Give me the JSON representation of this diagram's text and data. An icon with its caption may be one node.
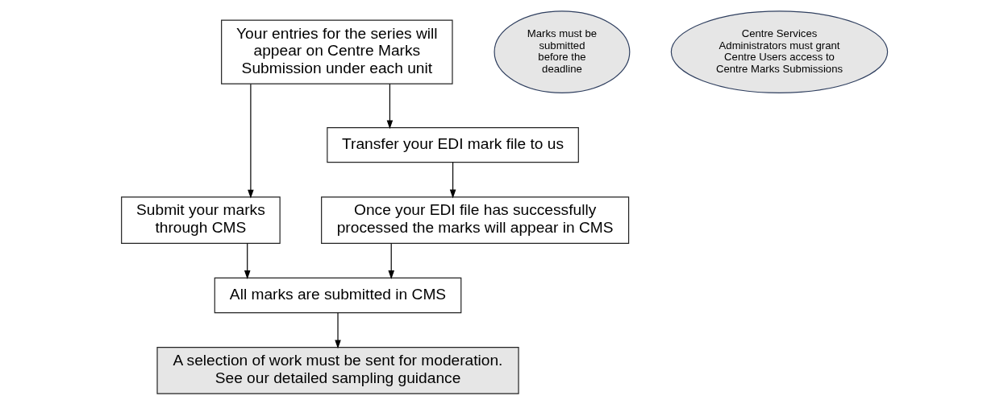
{
  "diagram": {
    "nodes": [
      {
        "text": [
          "Your entries for the series will appear on Centre Marks Submission under each unit"
        ]
      },
      {
        "text": [
          "Marks must be submitted before the deadline"
        ]
      },
      {
        "text": [
          "Centre Services Administrators must grant Centre Users access to Centre Marks Submissions"
        ]
      },
      {
        "text": [
          "Submit your marks through CMS"
        ]
      },
      {
        "text": [
          "Transfer your EDI mark file to us"
        ]
      },
      {
        "text": [
          "Once your EDI file has successfully processed the marks will appear in CMS"
        ]
      },
      {
        "text": [
          "All marks are submitted in CMS"
        ]
      },
      {
        "text": [
          "A selection of work must be sent for moderation. See our detailed sampling guidance"
        ]
      }
    ],
    "edges": [
      {
        "from": 0,
        "to": 3,
        "arrow": "to"
      },
      {
        "from": 0,
        "to": 4,
        "arrow": "to"
      },
      {
        "from": 4,
        "to": 5,
        "arrow": "to"
      },
      {
        "from": 3,
        "to": 6,
        "arrow": "to"
      },
      {
        "from": 5,
        "to": 6,
        "arrow": "to"
      },
      {
        "from": 6,
        "to": 7,
        "arrow": "to"
      }
    ]
  }
}
